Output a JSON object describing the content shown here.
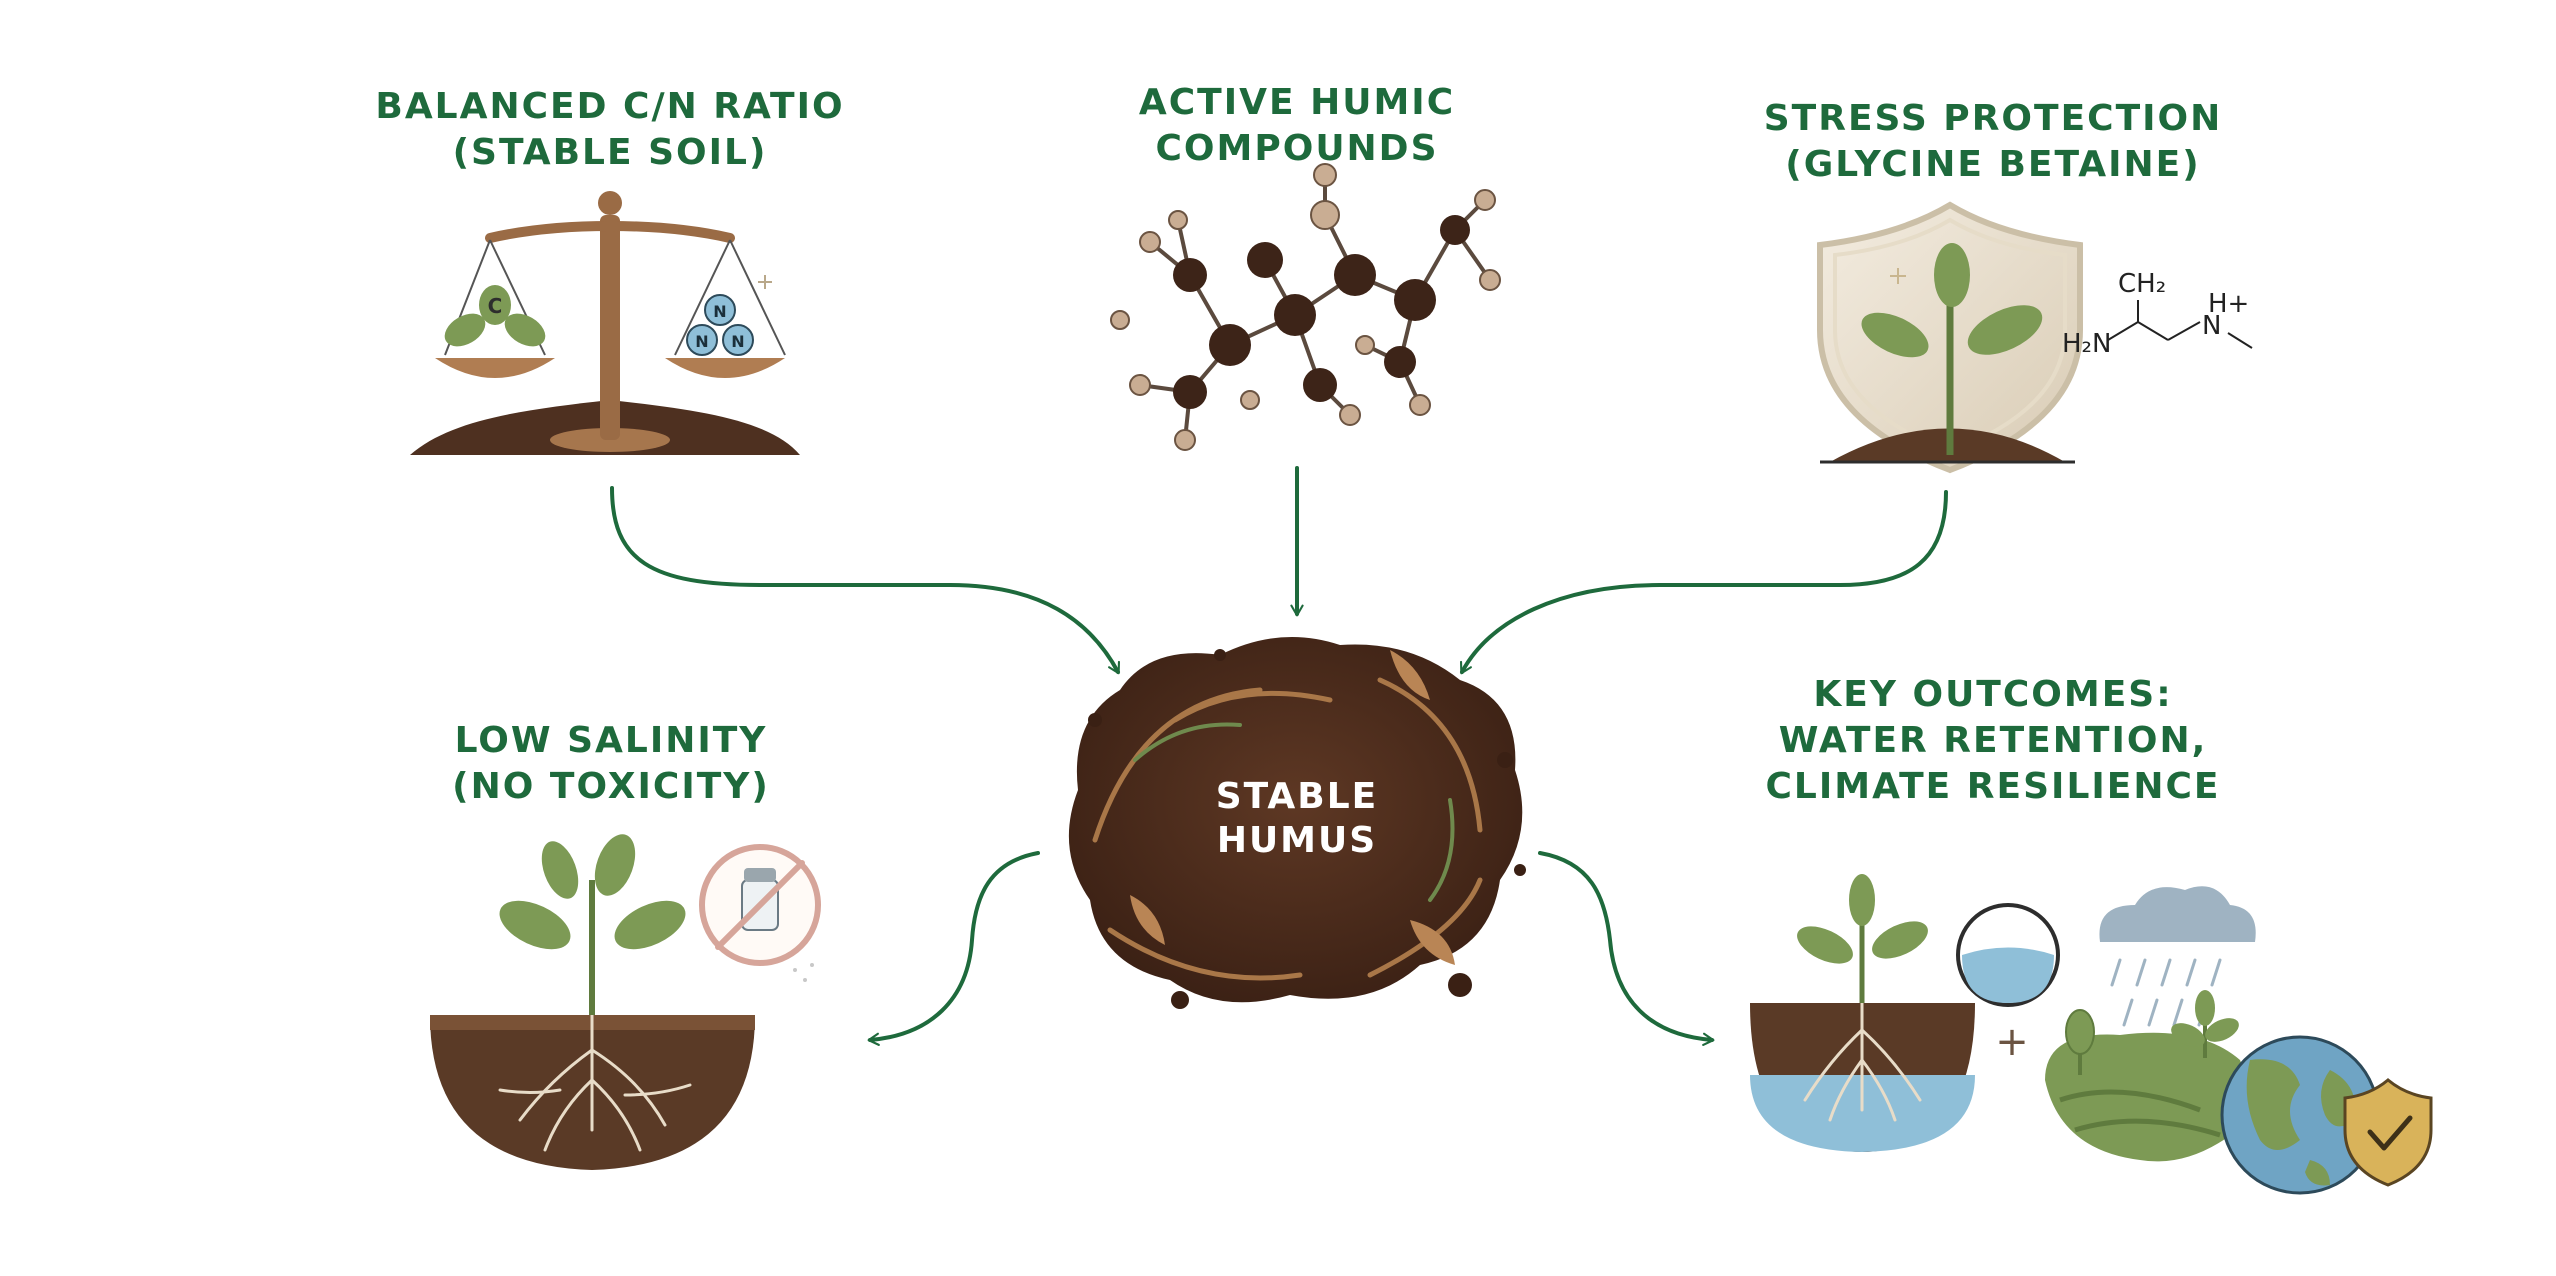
{
  "nodes": {
    "balanced": {
      "line1": "BALANCED C/N RATIO",
      "line2": "(STABLE SOIL)"
    },
    "humic": {
      "line1": "ACTIVE HUMIC",
      "line2": "COMPOUNDS"
    },
    "stress": {
      "line1": "STRESS PROTECTION",
      "line2": "(GLYCINE BETAINE)"
    },
    "salinity": {
      "line1": "LOW SALINITY",
      "line2": "(NO TOXICITY)"
    },
    "outcomes": {
      "line1": "KEY OUTCOMES:",
      "line2": "WATER RETENTION,",
      "line3": "CLIMATE RESILIENCE"
    },
    "center": {
      "line1": "STABLE",
      "line2": "HUMUS"
    }
  },
  "scale_labels": {
    "carbon": "C",
    "nitrogen": "N"
  },
  "molecule_labels": {
    "ch2": "CH₂",
    "h2n": "H₂N",
    "nh": "N",
    "hplus": "H+"
  },
  "plus_sign": "+",
  "colors": {
    "label_green": "#1e6a3c",
    "arrow_green": "#1e6a3c",
    "humus_brown": "#4a2a1a",
    "leaf_green": "#7d9a55",
    "soil_brown": "#5a3a26",
    "water_blue": "#8fbfd8",
    "wood_brown": "#9a6b45"
  },
  "icons": [
    "balance-scale-icon",
    "molecule-icon",
    "shield-plant-icon",
    "plant-roots-icon",
    "no-salt-icon",
    "water-drop-icon",
    "rain-cloud-icon",
    "globe-icon",
    "check-shield-icon"
  ]
}
